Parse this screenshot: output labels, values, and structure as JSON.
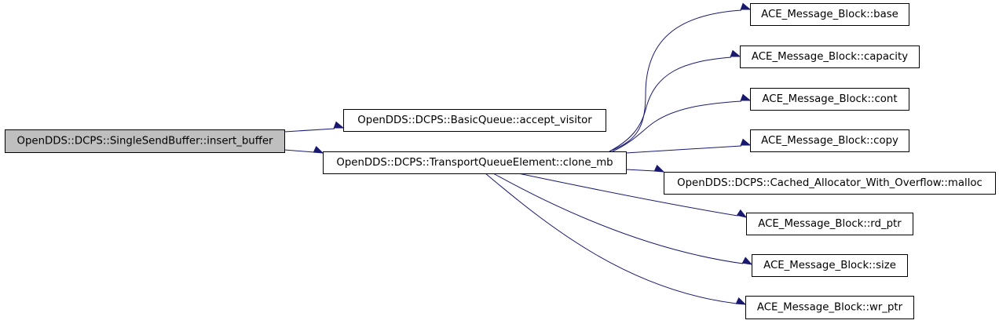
{
  "diagram": {
    "nodes": [
      {
        "id": "insert_buffer",
        "label": "OpenDDS::DCPS::SingleSendBuffer::insert_buffer",
        "highlighted": true
      },
      {
        "id": "accept_visitor",
        "label": "OpenDDS::DCPS::BasicQueue::accept_visitor"
      },
      {
        "id": "clone_mb",
        "label": "OpenDDS::DCPS::TransportQueueElement::clone_mb"
      },
      {
        "id": "base",
        "label": "ACE_Message_Block::base"
      },
      {
        "id": "capacity",
        "label": "ACE_Message_Block::capacity"
      },
      {
        "id": "cont",
        "label": "ACE_Message_Block::cont"
      },
      {
        "id": "copy",
        "label": "ACE_Message_Block::copy"
      },
      {
        "id": "malloc",
        "label": "OpenDDS::DCPS::Cached_Allocator_With_Overflow::malloc"
      },
      {
        "id": "rd_ptr",
        "label": "ACE_Message_Block::rd_ptr"
      },
      {
        "id": "size",
        "label": "ACE_Message_Block::size"
      },
      {
        "id": "wr_ptr",
        "label": "ACE_Message_Block::wr_ptr"
      }
    ],
    "edges": [
      {
        "from": "insert_buffer",
        "to": "accept_visitor"
      },
      {
        "from": "insert_buffer",
        "to": "clone_mb"
      },
      {
        "from": "clone_mb",
        "to": "base"
      },
      {
        "from": "clone_mb",
        "to": "capacity"
      },
      {
        "from": "clone_mb",
        "to": "cont"
      },
      {
        "from": "clone_mb",
        "to": "copy"
      },
      {
        "from": "clone_mb",
        "to": "malloc"
      },
      {
        "from": "clone_mb",
        "to": "rd_ptr"
      },
      {
        "from": "clone_mb",
        "to": "size"
      },
      {
        "from": "clone_mb",
        "to": "wr_ptr"
      }
    ],
    "colors": {
      "edge": "#191970",
      "highlight_fill": "#bfbfbf",
      "node_fill": "#ffffff",
      "border": "#000000"
    }
  }
}
